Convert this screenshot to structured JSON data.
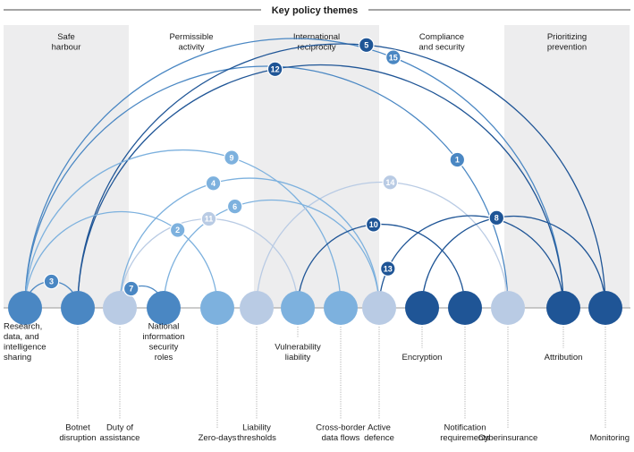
{
  "header": {
    "title": "Key policy themes"
  },
  "bands": [
    {
      "label": [
        "Safe",
        "harbour"
      ],
      "shaded": true
    },
    {
      "label": [
        "Permissible",
        "activity"
      ],
      "shaded": false
    },
    {
      "label": [
        "International",
        "reciprocity"
      ],
      "shaded": true
    },
    {
      "label": [
        "Compliance",
        "and security"
      ],
      "shaded": false
    },
    {
      "label": [
        "Prioritizing",
        "prevention"
      ],
      "shaded": true
    }
  ],
  "colors": {
    "dark": "#1f5596",
    "mid": "#4a87c3",
    "light": "#7db1de",
    "pale": "#b9cbe4",
    "band_shade": "#ededee",
    "axis": "#9a9a9a"
  },
  "nodes": [
    {
      "id": "research",
      "label": [
        "Research,",
        "data, and",
        "intelligence",
        "sharing"
      ],
      "color": "mid",
      "row": 0
    },
    {
      "id": "botnet",
      "label": [
        "Botnet",
        "disruption"
      ],
      "color": "mid",
      "row": 2
    },
    {
      "id": "duty",
      "label": [
        "Duty of",
        "assistance"
      ],
      "color": "pale",
      "row": 3
    },
    {
      "id": "national",
      "label": [
        "National",
        "information",
        "security",
        "roles"
      ],
      "color": "mid",
      "row": 0
    },
    {
      "id": "zerodays",
      "label": [
        "Zero-days"
      ],
      "color": "light",
      "row": 2
    },
    {
      "id": "liability_thr",
      "label": [
        "Liability",
        "thresholds"
      ],
      "color": "pale",
      "row": 3
    },
    {
      "id": "vuln",
      "label": [
        "Vulnerability",
        "liability"
      ],
      "color": "light",
      "row": 0
    },
    {
      "id": "crossborder",
      "label": [
        "Cross-border",
        "data flows"
      ],
      "color": "light",
      "row": 2
    },
    {
      "id": "active",
      "label": [
        "Active",
        "defence"
      ],
      "color": "pale",
      "row": 3
    },
    {
      "id": "encryption",
      "label": [
        "Encryption"
      ],
      "color": "dark",
      "row": 0
    },
    {
      "id": "notification",
      "label": [
        "Notification",
        "requirements"
      ],
      "color": "dark",
      "row": 2
    },
    {
      "id": "cyberins",
      "label": [
        "Cyberinsurance"
      ],
      "color": "pale",
      "row": 3
    },
    {
      "id": "attribution",
      "label": [
        "Attribution"
      ],
      "color": "dark",
      "row": 0
    },
    {
      "id": "monitoring",
      "label": [
        "Monitoring"
      ],
      "color": "dark",
      "row": 2
    }
  ],
  "links": [
    {
      "num": "1",
      "from": 0,
      "to": 11,
      "color": "mid"
    },
    {
      "num": "15",
      "from": 0,
      "to": 12,
      "color": "mid"
    },
    {
      "num": "5",
      "from": 1,
      "to": 13,
      "color": "dark"
    },
    {
      "num": "12",
      "from": 1,
      "to": 12,
      "color": "dark"
    },
    {
      "num": "9",
      "from": 0,
      "to": 7,
      "color": "light"
    },
    {
      "num": "14",
      "from": 5,
      "to": 11,
      "color": "pale"
    },
    {
      "num": "11",
      "from": 2,
      "to": 6,
      "color": "pale"
    },
    {
      "num": "2",
      "from": 0,
      "to": 4,
      "color": "light"
    },
    {
      "num": "4",
      "from": 2,
      "to": 8,
      "color": "light"
    },
    {
      "num": "6",
      "from": 3,
      "to": 8,
      "color": "light"
    },
    {
      "num": "10",
      "from": 6,
      "to": 10,
      "color": "dark"
    },
    {
      "num": "8",
      "from": 9,
      "to": 13,
      "color": "dark"
    },
    {
      "num": "13",
      "from": 8,
      "to": 12,
      "color": "dark"
    },
    {
      "num": "7",
      "from": 2,
      "to": 3,
      "color": "mid"
    },
    {
      "num": "3",
      "from": 0,
      "to": 1,
      "color": "mid"
    }
  ]
}
